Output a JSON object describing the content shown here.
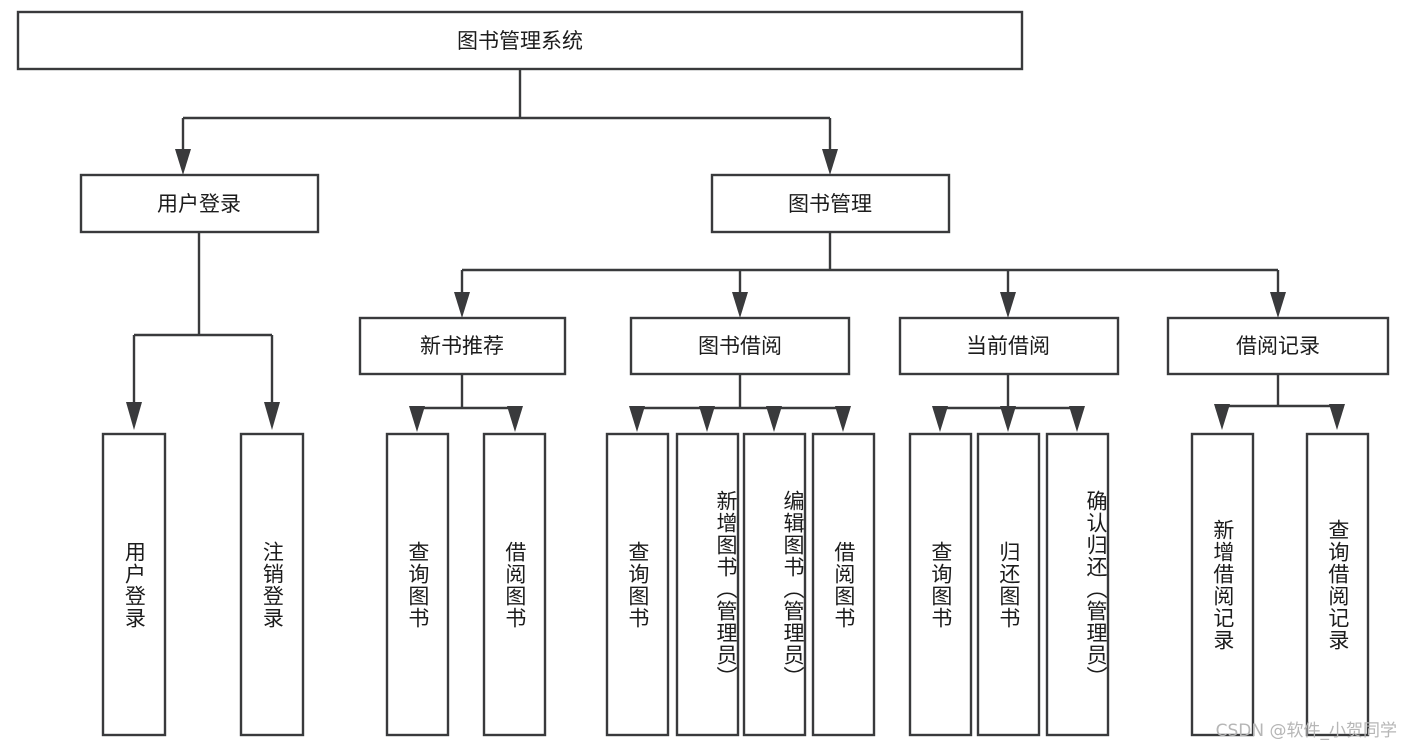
{
  "diagram": {
    "title": "图书管理系统",
    "type": "tree-hierarchy",
    "watermark": "CSDN @软件_小贺同学",
    "colors": {
      "stroke": "#393a3c",
      "fill": "#ffffff",
      "text": "#1c1c1c",
      "watermark": "#b6b6b6"
    },
    "root": {
      "label": "图书管理系统"
    },
    "level1": [
      {
        "label": "用户登录"
      },
      {
        "label": "图书管理"
      }
    ],
    "level2": [
      {
        "label": "新书推荐"
      },
      {
        "label": "图书借阅"
      },
      {
        "label": "当前借阅"
      },
      {
        "label": "借阅记录"
      }
    ],
    "leaves": {
      "user_login": [
        {
          "label": "用户登录"
        },
        {
          "label": "注销登录"
        }
      ],
      "new_book_recommend": [
        {
          "label": "查询图书"
        },
        {
          "label": "借阅图书"
        }
      ],
      "book_borrow": [
        {
          "label": "查询图书"
        },
        {
          "label": "新增图书（管理员）"
        },
        {
          "label": "编辑图书（管理员）"
        },
        {
          "label": "借阅图书"
        }
      ],
      "current_borrow": [
        {
          "label": "查询图书"
        },
        {
          "label": "归还图书"
        },
        {
          "label": "确认归还（管理员）"
        }
      ],
      "borrow_record": [
        {
          "label": "新增借阅记录"
        },
        {
          "label": "查询借阅记录"
        }
      ]
    }
  }
}
